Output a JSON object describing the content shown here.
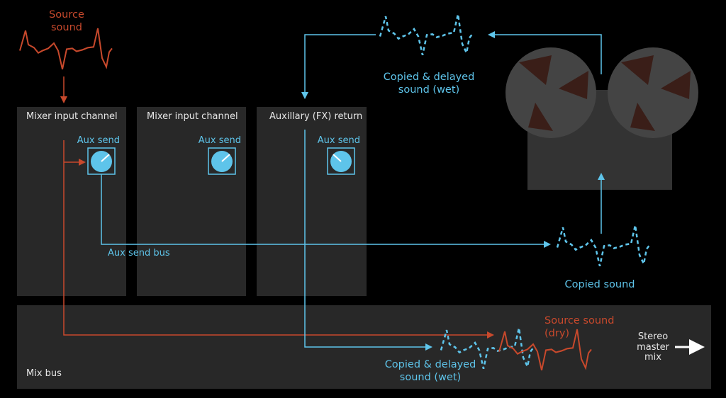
{
  "source": {
    "label_line1": "Source",
    "label_line2": "sound"
  },
  "channels": [
    {
      "title": "Mixer input channel",
      "aux_label": "Aux send"
    },
    {
      "title": "Mixer input channel",
      "aux_label": "Aux send"
    },
    {
      "title": "Auxillary (FX) return",
      "aux_label": "Aux send"
    }
  ],
  "aux_bus_label": "Aux send bus",
  "copied": {
    "label": "Copied sound"
  },
  "delayed_top": {
    "line1": "Copied & delayed",
    "line2": "sound (wet)"
  },
  "delayed_bottom": {
    "line1": "Copied & delayed",
    "line2": "sound (wet)"
  },
  "dry": {
    "line1": "Source sound",
    "line2": "(dry)"
  },
  "mix_bus_label": "Mix bus",
  "stereo": {
    "line1": "Stereo",
    "line2": "master",
    "line3": "mix"
  },
  "colors": {
    "source": "#c8492c",
    "signal": "#5ec4ea",
    "panel": "#282828"
  }
}
